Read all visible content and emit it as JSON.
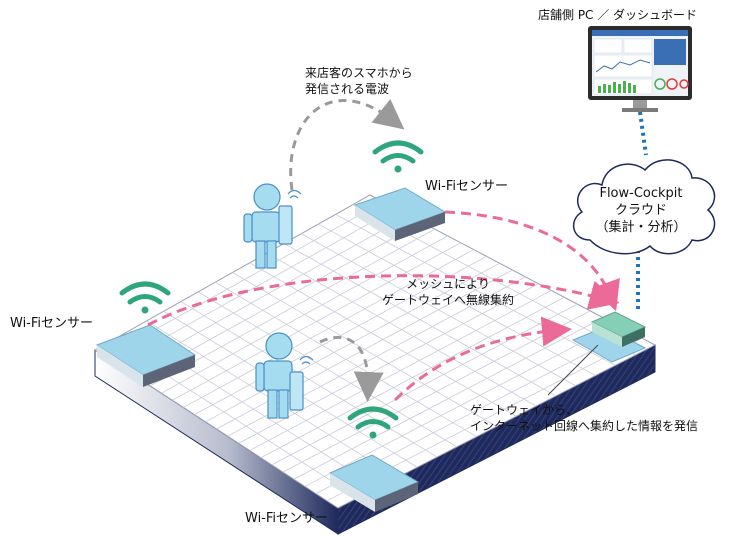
{
  "pc": {
    "label": "店舗側 PC ／ ダッシュボード"
  },
  "cloud": {
    "line1": "Flow-Cockpit",
    "line2": "クラウド",
    "line3": "（集計・分析）"
  },
  "waves_note": {
    "line1": "来店客のスマホから",
    "line2": "発信される電波"
  },
  "mesh_note": {
    "line1": "メッシュにより",
    "line2": "ゲートウェイへ無線集約"
  },
  "gateway_note": {
    "line1": "ゲートウェイから、",
    "line2": "インターネット回線へ集約した情報を発信"
  },
  "sensors": [
    {
      "label": "Wi-Fiセンサー"
    },
    {
      "label": "Wi-Fiセンサー"
    },
    {
      "label": "Wi-Fiセンサー"
    }
  ],
  "colors": {
    "floor_top": "#ffffff",
    "floor_side_dark": "#1f2a5c",
    "grid": "#c9ccd8",
    "sensor_top": "#9fd5ea",
    "sensor_side": "#5e6478",
    "wifi": "#2fa57e",
    "person": "#a5dcf0",
    "person_stroke": "#4a90c8",
    "pink_dash": "#ec6a97",
    "gray_dash": "#9a9a9a",
    "blue_dots": "#1c75bc",
    "gateway_top": "#86cfb7"
  }
}
